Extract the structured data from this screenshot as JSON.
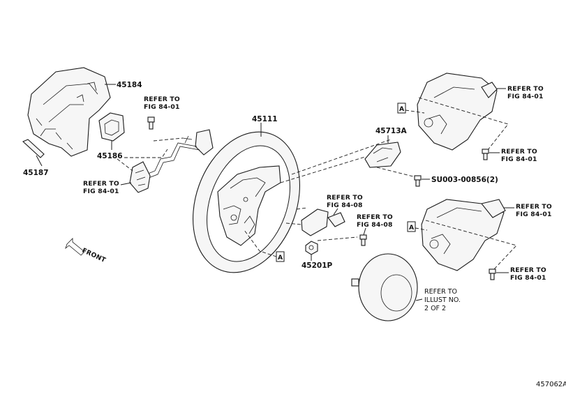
{
  "labels": {
    "p45184": "45184",
    "p45186": "45186",
    "p45187": "45187",
    "p45111": "45111",
    "p45713A": "45713A",
    "p45201P": "45201P",
    "su": "SU003-00856(2)",
    "refer_to": "REFER TO",
    "fig_84_01": "FIG 84-01",
    "fig_84_08": "FIG 84-08",
    "illust_line1": "REFER TO",
    "illust_line2": "ILLUST NO.",
    "illust_line3": "2 OF 2",
    "box_a": "A",
    "front": "FRONT",
    "diagram_id": "457062A"
  }
}
